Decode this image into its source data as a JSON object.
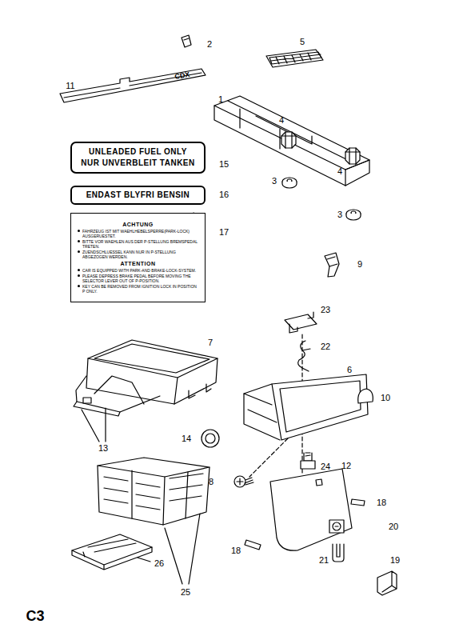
{
  "diagram": {
    "nodes": [
      {
        "text": [
          "UNLEADED FUEL ONLY",
          "NUR UNVERBLEIT TANKEN"
        ]
      },
      {
        "text": [
          "ENDAST BLYFRI BENSIN"
        ]
      },
      {
        "text": [
          "ACHTUNG",
          "FAHRZEUG IST MIT WAEHLHEBELSPERRE(PARK-LOCK) AUSGERUESTET.",
          "BITTE VOR WAEHLEN AUS DER P-STELLUNG BREMSPEDAL TRETEN.",
          "ZUENDSCHLUESSEL KANN NUR IN P-STELLUNG ABGEZOGEN WERDEN.",
          "ATTENTION",
          "CAR IS EQUIPPED WITH PARK-AND BRAKE-LOCK-SYSTEM.",
          "PLEASE DEPRESS BRAKE PEDAL BEFORE MOVING THE SELECTOR LEVER OUT OF P-POSITION.",
          "KEY CAN BE REMOVED FROM IGNITION LOCK IN POSITION P ONLY."
        ]
      }
    ],
    "labels": [
      "11",
      "CDX",
      "2",
      "5",
      "1",
      "4",
      "4",
      "3",
      "3",
      "15",
      "16",
      "17",
      "9",
      "23",
      "22",
      "7",
      "6",
      "10",
      "13",
      "14",
      "24",
      "8",
      "12",
      "18",
      "20",
      "19",
      "21",
      "18",
      "26",
      "25",
      "C3"
    ]
  }
}
